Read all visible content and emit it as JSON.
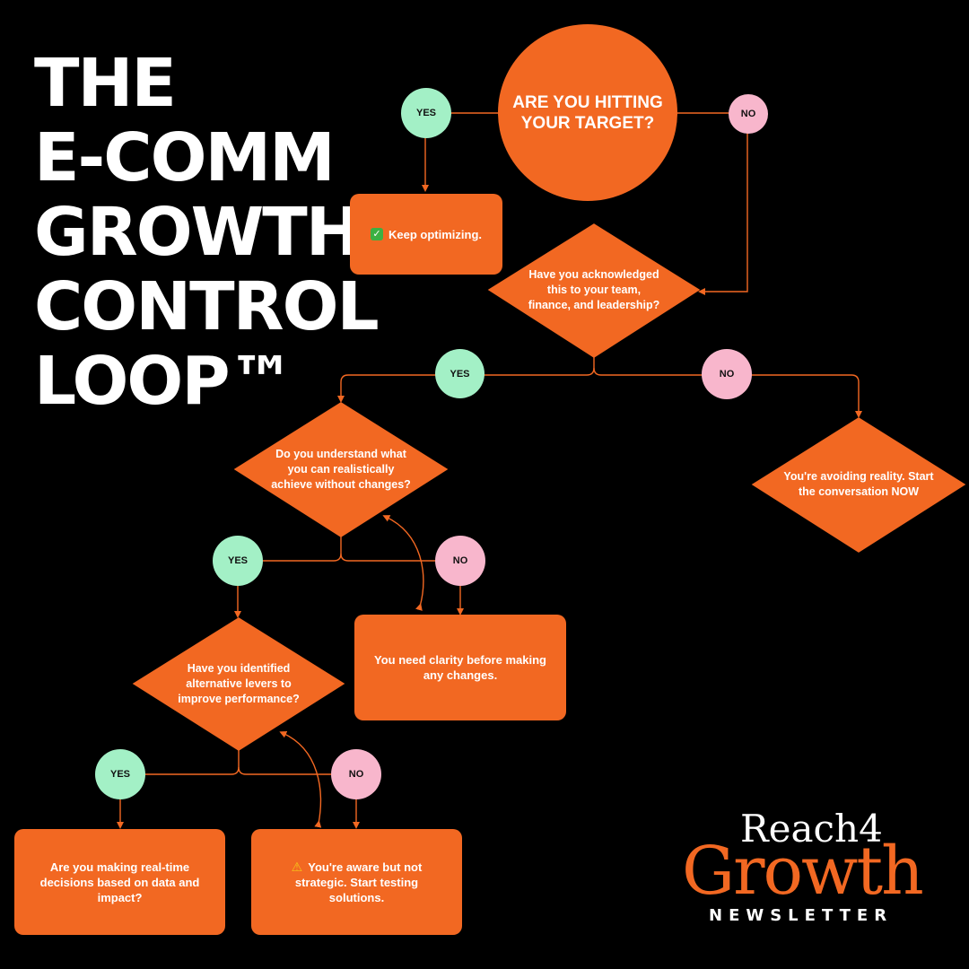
{
  "title_lines": [
    "THE",
    "E-COMM",
    "GROWTH",
    "CONTROL",
    "LOOP™"
  ],
  "q1": {
    "text": "ARE YOU HITTING YOUR TARGET?",
    "yes": "YES",
    "no": "NO"
  },
  "r_keep": {
    "text": "Keep optimizing.",
    "icon": "check-mark-icon"
  },
  "q2": {
    "text": "Have you acknowledged this to your team, finance, and leadership?",
    "yes": "YES",
    "no": "NO"
  },
  "r_avoid": {
    "text": "You're avoiding reality. Start the conversation NOW"
  },
  "q3": {
    "text": "Do you understand what you can realistically achieve without changes?",
    "yes": "YES",
    "no": "NO"
  },
  "r_clarity": {
    "text": "You need clarity before making any changes."
  },
  "q4": {
    "text": "Have you identified alternative levers to improve performance?",
    "yes": "YES",
    "no": "NO"
  },
  "r_realtime": {
    "text": "Are you making real-time decisions based on data and impact?"
  },
  "r_aware": {
    "text": "You're aware but not strategic. Start testing solutions.",
    "icon": "warning-icon"
  },
  "logo": {
    "line1": "Reach4",
    "line2": "Growth",
    "line3": "NEWSLETTER"
  },
  "colors": {
    "background": "#000000",
    "accent": "#f26822",
    "yes": "#a3f0c6",
    "no": "#f8b6cc",
    "text": "#ffffff"
  }
}
